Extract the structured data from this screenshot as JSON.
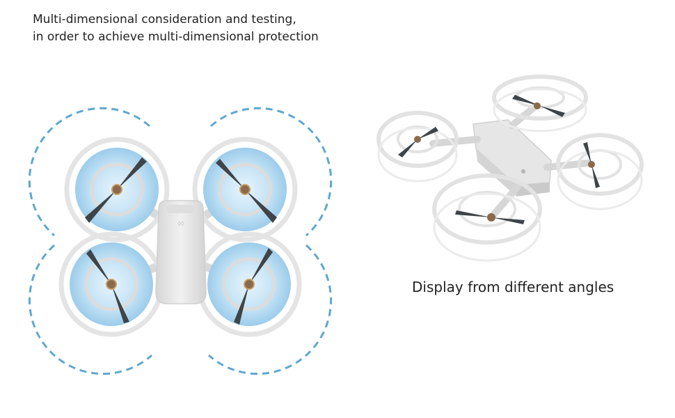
{
  "headline": {
    "line1": "Multi-dimensional consideration and testing,",
    "line2": "in order to achieve multi-dimensional protection"
  },
  "caption": "Display from different angles",
  "colors": {
    "guard_ring": "#e4e4e4",
    "protection_glow": "#a8d4ee",
    "dashed_outline": "#5da8d0",
    "propeller": "#3f4448",
    "drone_body": "#e7e7e7",
    "text": "#222222"
  }
}
